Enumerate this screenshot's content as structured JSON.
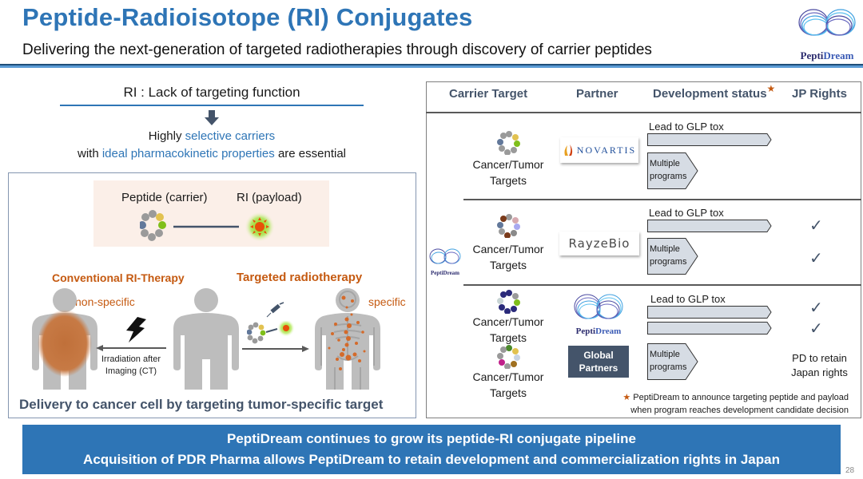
{
  "header": {
    "title": "Peptide-Radioisotope (RI) Conjugates",
    "subtitle": "Delivering the next-generation of targeted radiotherapies through discovery of carrier peptides",
    "logo_text_1": "Pepti",
    "logo_text_2": "Dream"
  },
  "intro": {
    "ri_lack": "RI : Lack of targeting function",
    "line1_a": "Highly ",
    "line1_b": "selective carriers",
    "line2_a": "with ",
    "line2_b": "ideal pharmacokinetic properties",
    "line2_c": " are essential"
  },
  "diagram": {
    "peptide_label": "Peptide (carrier)",
    "payload_label": "RI (payload)",
    "conventional_title": "Conventional RI-Therapy",
    "targeted_title": "Targeted radiotherapy",
    "non_specific": "non-specific",
    "specific": "specific",
    "irradiation_1": "Irradiation after",
    "irradiation_2": "Imaging (CT)",
    "delivery": "Delivery to cancer cell by targeting tumor-specific target"
  },
  "table": {
    "headers": {
      "carrier_target": "Carrier Target",
      "partner": "Partner",
      "development_status": "Development status",
      "star": "★",
      "jp_rights": "JP Rights"
    },
    "side_logo_text_1": "Pepti",
    "side_logo_text_2": "Dream",
    "rows": [
      {
        "target_1": "Cancer/Tumor",
        "target_2": "Targets",
        "partner": "NOVARTIS",
        "lead": "Lead to GLP tox",
        "prog_1": "Multiple",
        "prog_2": "programs",
        "jp_rights": []
      },
      {
        "target_1": "Cancer/Tumor",
        "target_2": "Targets",
        "partner": "RayzeBio",
        "lead": "Lead to GLP tox",
        "prog_1": "Multiple",
        "prog_2": "programs",
        "jp_rights": [
          "✓",
          "✓"
        ]
      },
      {
        "target_1": "Cancer/Tumor",
        "target_2": "Targets",
        "target_b_1": "Cancer/Tumor",
        "target_b_2": "Targets",
        "partner_logo_1": "Pepti",
        "partner_logo_2": "Dream",
        "partner_2_1": "Global",
        "partner_2_2": "Partners",
        "lead": "Lead to GLP tox",
        "prog_1": "Multiple",
        "prog_2": "programs",
        "jp_rights": [
          "✓",
          "✓"
        ],
        "pd_retain_1": "PD to retain",
        "pd_retain_2": "Japan rights"
      }
    ],
    "footnote_star": "★",
    "footnote_1": " PeptiDream to announce targeting peptide and payload",
    "footnote_2": "when program reaches development candidate decision"
  },
  "banner": {
    "line1": "PeptiDream continues to grow its peptide-RI conjugate pipeline",
    "line2": "Acquisition of PDR Pharma allows PeptiDream to retain development and commercialization rights in Japan"
  },
  "page_number": "28",
  "colors": {
    "accent_blue": "#2e75b6",
    "dark_slate": "#44546a",
    "orange": "#c55a11",
    "bar_fill": "#d6dce4"
  }
}
